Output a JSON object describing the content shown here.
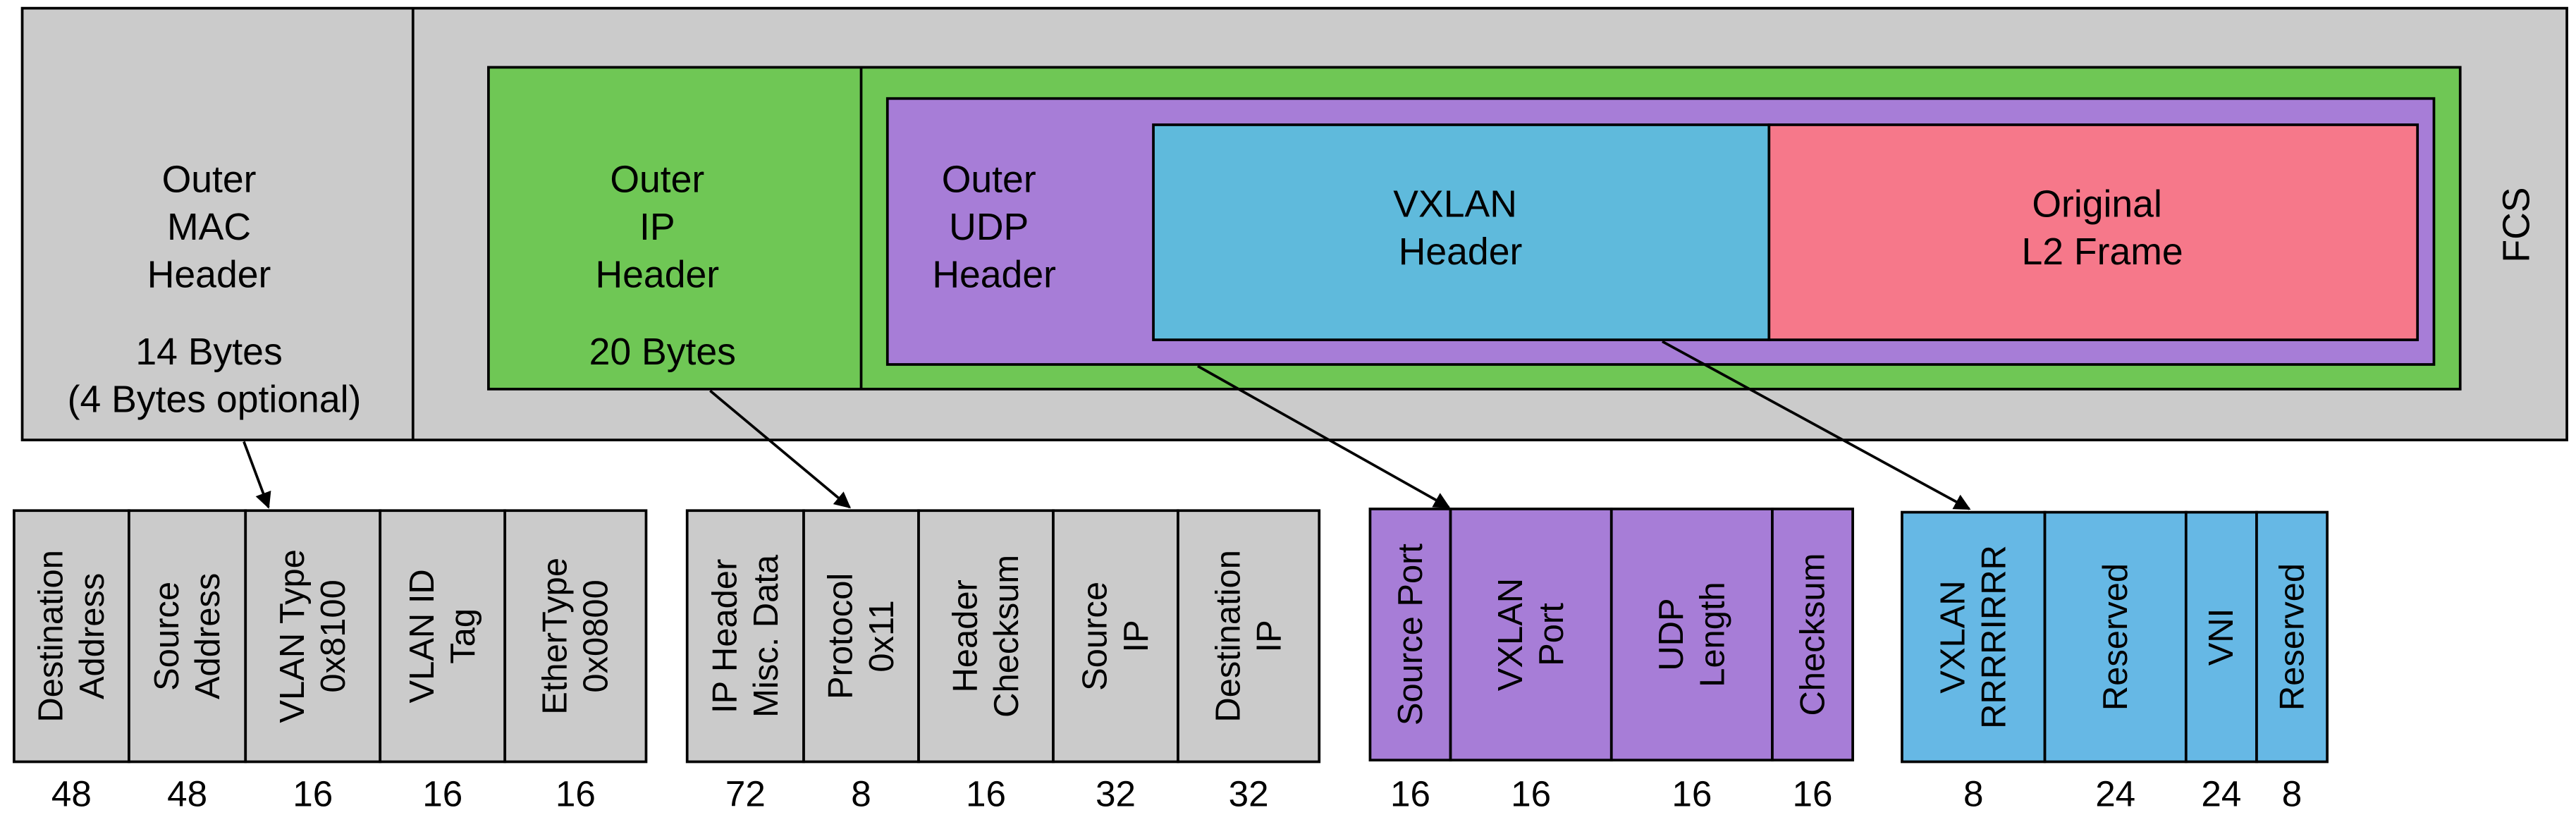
{
  "colors": {
    "gray": "#cbcbcb",
    "green": "#6fc755",
    "purple": "#a77dd7",
    "blue": "#5fbadc",
    "blue_fields": "#66b8e5",
    "pink": "#f6788a"
  },
  "frame": {
    "outer_mac": {
      "lines": [
        "Outer",
        "MAC",
        "Header"
      ],
      "size_lines": [
        "14 Bytes",
        "(4 Bytes optional)"
      ]
    },
    "outer_ip": {
      "lines": [
        "Outer",
        "IP",
        "Header"
      ],
      "size_lines": [
        "20 Bytes"
      ]
    },
    "outer_udp": {
      "lines": [
        "Outer",
        "UDP",
        "Header"
      ]
    },
    "vxlan": {
      "lines": [
        "VXLAN",
        "Header"
      ]
    },
    "original": {
      "lines": [
        "Original",
        "L2 Frame"
      ]
    },
    "fcs": {
      "label": "FCS"
    }
  },
  "field_groups": [
    {
      "id": "mac",
      "fields": [
        {
          "lines": [
            "Destination",
            "Address"
          ],
          "bits": "48"
        },
        {
          "lines": [
            "Source",
            "Address"
          ],
          "bits": "48"
        },
        {
          "lines": [
            "VLAN Type",
            "0x8100"
          ],
          "bits": "16"
        },
        {
          "lines": [
            "VLAN ID",
            "Tag"
          ],
          "bits": "16"
        },
        {
          "lines": [
            "EtherType",
            "0x0800"
          ],
          "bits": "16"
        }
      ]
    },
    {
      "id": "ip",
      "fields": [
        {
          "lines": [
            "IP Header",
            "Misc. Data"
          ],
          "bits": "72"
        },
        {
          "lines": [
            "Protocol",
            "0x11"
          ],
          "bits": "8"
        },
        {
          "lines": [
            "Header",
            "Checksum"
          ],
          "bits": "16"
        },
        {
          "lines": [
            "Source",
            "IP"
          ],
          "bits": "32"
        },
        {
          "lines": [
            "Destination",
            "IP"
          ],
          "bits": "32"
        }
      ]
    },
    {
      "id": "udp",
      "fields": [
        {
          "lines": [
            "Source Port"
          ],
          "bits": "16"
        },
        {
          "lines": [
            "VXLAN",
            "Port"
          ],
          "bits": "16"
        },
        {
          "lines": [
            "UDP",
            "Length"
          ],
          "bits": "16"
        },
        {
          "lines": [
            "Checksum"
          ],
          "bits": "16"
        }
      ]
    },
    {
      "id": "vxlan",
      "fields": [
        {
          "lines": [
            "VXLAN",
            "RRRRIRRR"
          ],
          "bits": "8"
        },
        {
          "lines": [
            "Reserved"
          ],
          "bits": "24"
        },
        {
          "lines": [
            "VNI"
          ],
          "bits": "24"
        },
        {
          "lines": [
            "Reserved"
          ],
          "bits": "8"
        }
      ]
    }
  ]
}
